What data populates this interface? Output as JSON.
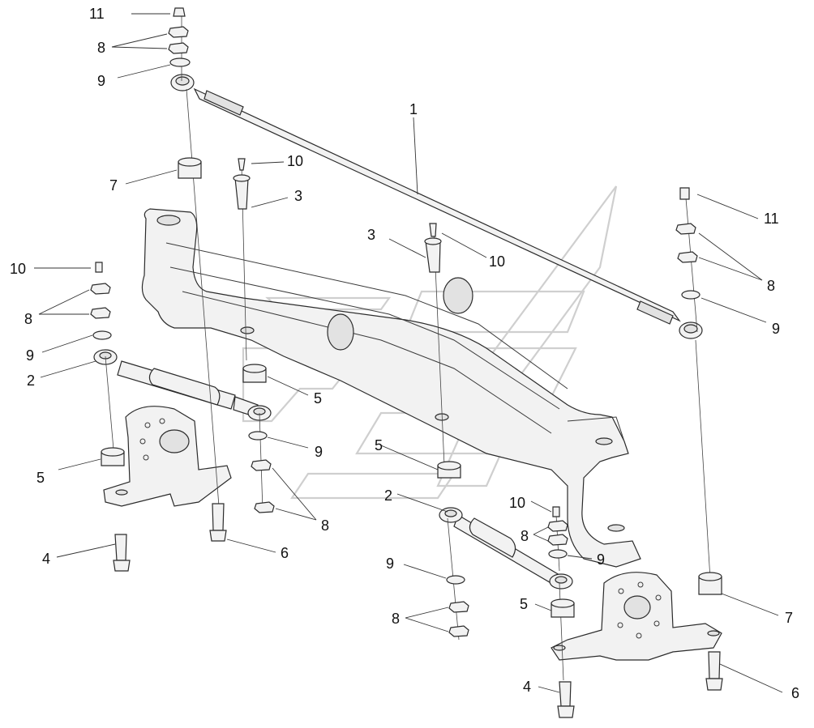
{
  "callouts": [
    {
      "id": "c11a",
      "text": "11"
    },
    {
      "id": "c8a",
      "text": "8"
    },
    {
      "id": "c9a",
      "text": "9"
    },
    {
      "id": "c1",
      "text": "1"
    },
    {
      "id": "c10a",
      "text": "10"
    },
    {
      "id": "c7a",
      "text": "7"
    },
    {
      "id": "c3a",
      "text": "3"
    },
    {
      "id": "c11b",
      "text": "11"
    },
    {
      "id": "c3b",
      "text": "3"
    },
    {
      "id": "c10b",
      "text": "10"
    },
    {
      "id": "c10c",
      "text": "10"
    },
    {
      "id": "c8b",
      "text": "8"
    },
    {
      "id": "c8c",
      "text": "8"
    },
    {
      "id": "c9b",
      "text": "9"
    },
    {
      "id": "c9c",
      "text": "9"
    },
    {
      "id": "c2a",
      "text": "2"
    },
    {
      "id": "c5a",
      "text": "5"
    },
    {
      "id": "c9d",
      "text": "9"
    },
    {
      "id": "c5b",
      "text": "5"
    },
    {
      "id": "c5c",
      "text": "5"
    },
    {
      "id": "c8d",
      "text": "8"
    },
    {
      "id": "c2b",
      "text": "2"
    },
    {
      "id": "c10d",
      "text": "10"
    },
    {
      "id": "c8e",
      "text": "8"
    },
    {
      "id": "c4a",
      "text": "4"
    },
    {
      "id": "c6a",
      "text": "6"
    },
    {
      "id": "c9e",
      "text": "9"
    },
    {
      "id": "c9f",
      "text": "9"
    },
    {
      "id": "c5d",
      "text": "5"
    },
    {
      "id": "c8f",
      "text": "8"
    },
    {
      "id": "c7b",
      "text": "7"
    },
    {
      "id": "c4b",
      "text": "4"
    },
    {
      "id": "c6b",
      "text": "6"
    }
  ]
}
